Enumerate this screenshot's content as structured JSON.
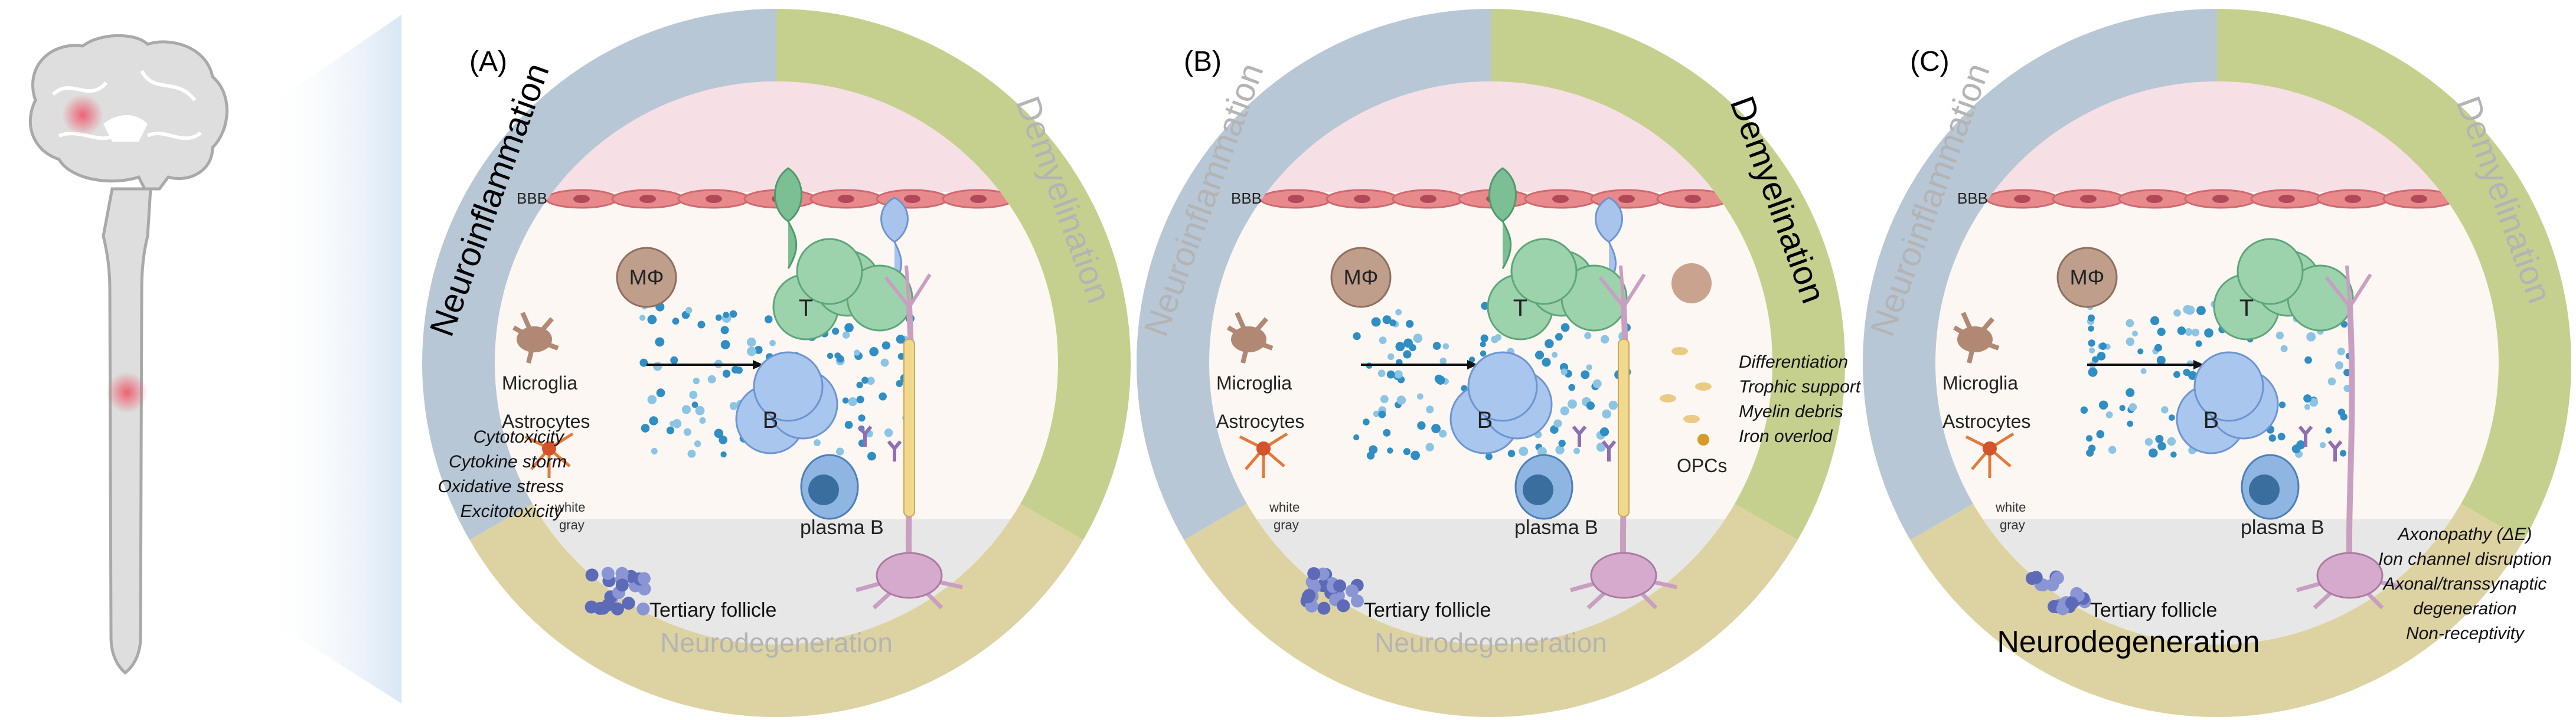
{
  "colors": {
    "neuroinflammation": "#b8c7d6",
    "demyelination": "#c5d08e",
    "neurodegeneration": "#ddd3a2",
    "interior": "#fcf7f3",
    "vessel": "#f7dfe6",
    "gray_matter": "#e7e7e7",
    "active_text": "#000000",
    "faded_text": "#b4b4b4"
  },
  "panels": [
    {
      "label": "(A)",
      "ring_labels": {
        "neuroinflammation": "Neuroinflammation",
        "demyelination": "Demyelination",
        "neurodegeneration": "Neurodegeneration"
      },
      "active": "neuroinflammation",
      "cells": {
        "bbb": "BBB",
        "macrophage": "MΦ",
        "t_cell": "T",
        "b_cell": "B",
        "plasma_b": "plasma B",
        "microglia": "Microglia",
        "astrocytes": "Astrocytes",
        "white": "white",
        "gray": "gray",
        "follicle": "Tertiary follicle"
      },
      "notes": [
        "Cytotoxicity",
        "Cytokine storm",
        "Oxidative stress",
        "Excitotoxicity"
      ]
    },
    {
      "label": "(B)",
      "ring_labels": {
        "neuroinflammation": "Neuroinflammation",
        "demyelination": "Demyelination",
        "neurodegeneration": "Neurodegeneration"
      },
      "active": "demyelination",
      "cells": {
        "bbb": "BBB",
        "macrophage": "MΦ",
        "t_cell": "T",
        "b_cell": "B",
        "plasma_b": "plasma B",
        "microglia": "Microglia",
        "astrocytes": "Astrocytes",
        "white": "white",
        "gray": "gray",
        "follicle": "Tertiary follicle",
        "opcs": "OPCs"
      },
      "notes": [
        "Differentiation",
        "Trophic support",
        "Myelin debris",
        "Iron overlod"
      ]
    },
    {
      "label": "(C)",
      "ring_labels": {
        "neuroinflammation": "Neuroinflammation",
        "demyelination": "Demyelination",
        "neurodegeneration": "Neurodegeneration"
      },
      "active": "neurodegeneration",
      "cells": {
        "bbb": "BBB",
        "macrophage": "MΦ",
        "t_cell": "T",
        "b_cell": "B",
        "plasma_b": "plasma B",
        "microglia": "Microglia",
        "astrocytes": "Astrocytes",
        "white": "white",
        "gray": "gray",
        "follicle": "Tertiary follicle"
      },
      "notes": [
        "Axonopathy (ΔE)",
        "Ion channel disruption",
        "Axonal/transsynaptic",
        "degeneration",
        "Non-receptivity"
      ]
    }
  ]
}
